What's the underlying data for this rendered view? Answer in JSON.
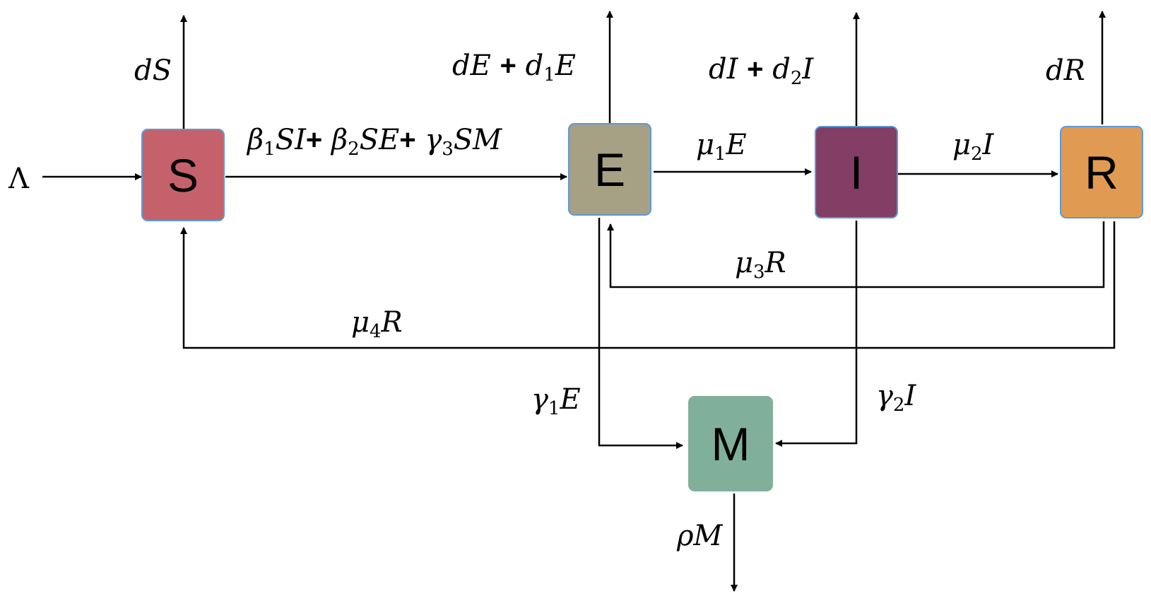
{
  "nodes": {
    "S": {
      "label": "S",
      "color": "#c5616b"
    },
    "E": {
      "label": "E",
      "color": "#a6a085"
    },
    "I": {
      "label": "I",
      "color": "#823e65"
    },
    "R": {
      "label": "R",
      "color": "#e09a52"
    },
    "M": {
      "label": "M",
      "color": "#80b09b"
    }
  },
  "inflow": {
    "symbol": "Λ"
  },
  "rates": {
    "dS": {
      "main": "dS"
    },
    "dE": {
      "p1": "dE",
      "plus": "+",
      "p2": "d",
      "sub": "1",
      "p3": "E"
    },
    "dI": {
      "p1": "dI",
      "plus": "+",
      "p2": "d",
      "sub": "2",
      "p3": "I"
    },
    "dR": {
      "main": "dR"
    },
    "infection": {
      "t1": "β",
      "s1": "1",
      "t2": "SI",
      "t3": "β",
      "s2": "2",
      "t4": "SE",
      "t5": "γ",
      "s3": "3",
      "t6": "SM",
      "plus": "+"
    },
    "mu1": {
      "t": "μ",
      "s": "1",
      "v": "E"
    },
    "mu2": {
      "t": "μ",
      "s": "2",
      "v": "I"
    },
    "mu3": {
      "t": "μ",
      "s": "3",
      "v": "R"
    },
    "mu4": {
      "t": "μ",
      "s": "4",
      "v": "R"
    },
    "gamma1": {
      "t": "γ",
      "s": "1",
      "v": "E"
    },
    "gamma2": {
      "t": "γ",
      "s": "2",
      "v": "I"
    },
    "rhoM": {
      "main": "ρM"
    }
  },
  "style": {
    "node_border": "#5b9bd5",
    "line_color": "#000000"
  }
}
